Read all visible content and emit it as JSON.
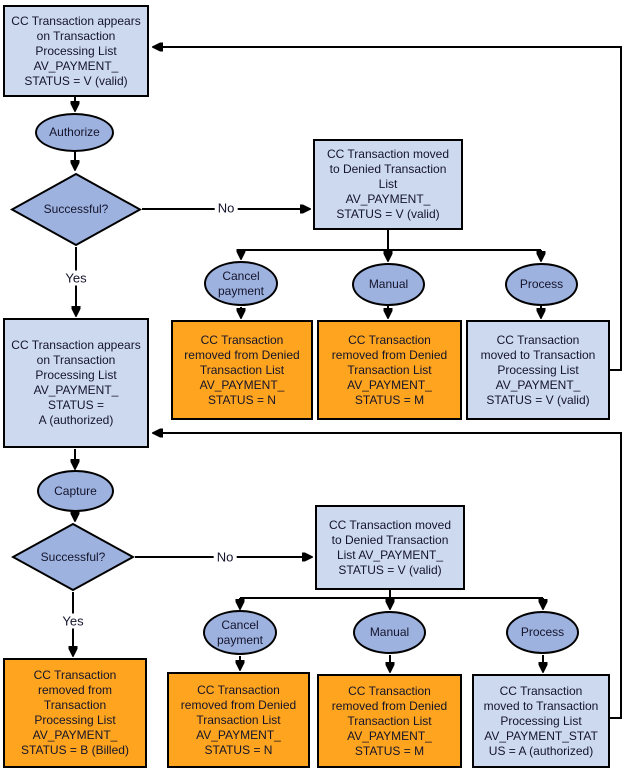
{
  "diagram": {
    "colors": {
      "background": "#ffffff",
      "box_blue": "#cdd9ef",
      "shape_blue": "#9eb2e0",
      "box_orange": "#ffa41e",
      "line": "#000000",
      "text": "#14142b"
    },
    "nodes": {
      "start": "CC Transaction appears\non Transaction\nProcessing List\nAV_PAYMENT_\nSTATUS = V (valid)",
      "authorize": "Authorize",
      "decision1": "Successful?",
      "denied1": "CC Transaction moved\nto Denied Transaction\nList\nAV_PAYMENT_\nSTATUS = V (valid)",
      "cancel1": "Cancel\npayment",
      "manual1": "Manual",
      "process1": "Process",
      "removed_n1": "CC Transaction\nremoved from Denied\nTransaction List\nAV_PAYMENT_\nSTATUS = N",
      "removed_m1": "CC Transaction\nremoved from Denied\nTransaction List\nAV_PAYMENT_\nSTATUS = M",
      "moved_v1": "CC Transaction\nmoved to Transaction\nProcessing List\nAV_PAYMENT_\nSTATUS = V (valid)",
      "authorized": "CC Transaction appears\non Transaction\nProcessing List\nAV_PAYMENT_\nSTATUS =\nA (authorized)",
      "capture": "Capture",
      "decision2": "Successful?",
      "denied2": "CC Transaction moved\nto Denied Transaction\nList AV_PAYMENT_\nSTATUS = V (valid)",
      "cancel2": "Cancel\npayment",
      "manual2": "Manual",
      "process2": "Process",
      "billed": "CC Transaction\nremoved from\nTransaction\nProcessing List\nAV_PAYMENT_\nSTATUS = B (Billed)",
      "removed_n2": "CC Transaction\nremoved from Denied\nTransaction List\nAV_PAYMENT_\nSTATUS = N",
      "removed_m2": "CC Transaction\nremoved from Denied\nTransaction List\nAV_PAYMENT_\nSTATUS = M",
      "moved_a2": "CC Transaction\nmoved to Transaction\nProcessing List\nAV_PAYMENT_STAT\nUS = A (authorized)"
    },
    "edge_labels": {
      "no1": "No",
      "yes1": "Yes",
      "no2": "No",
      "yes2": "Yes"
    }
  }
}
